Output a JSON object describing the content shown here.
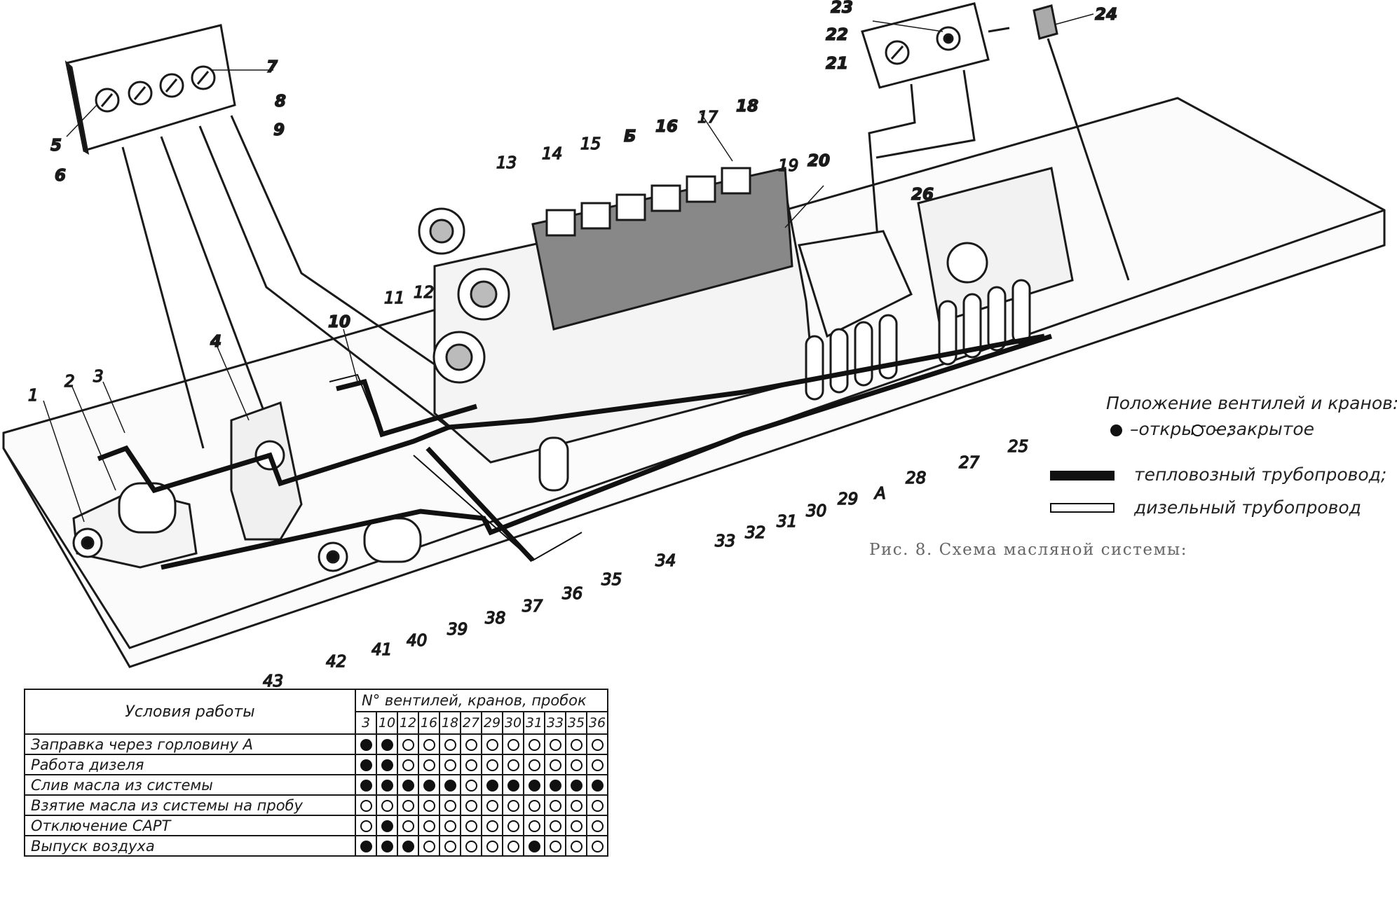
{
  "colors": {
    "ink": "#1a1a1a",
    "paper": "#ffffff",
    "caption": "#666666"
  },
  "caption": "Рис. 8. Схема масляной системы:",
  "legend": {
    "title": "Положение вентилей и кранов:",
    "open": "–открытое;",
    "closed": "– закрытое",
    "pipe_thick": "тепловозный трубопровод;",
    "pipe_thin": "дизельный трубопровод"
  },
  "callouts": [
    {
      "text": "1"
    },
    {
      "text": "2"
    },
    {
      "text": "3"
    },
    {
      "text": "4"
    },
    {
      "text": "5"
    },
    {
      "text": "6"
    },
    {
      "text": "7"
    },
    {
      "text": "8"
    },
    {
      "text": "9"
    },
    {
      "text": "10"
    },
    {
      "text": "11"
    },
    {
      "text": "12"
    },
    {
      "text": "13"
    },
    {
      "text": "14"
    },
    {
      "text": "15"
    },
    {
      "text": "Б"
    },
    {
      "text": "16"
    },
    {
      "text": "17"
    },
    {
      "text": "18"
    },
    {
      "text": "19"
    },
    {
      "text": "20"
    },
    {
      "text": "21"
    },
    {
      "text": "22"
    },
    {
      "text": "23"
    },
    {
      "text": "24"
    },
    {
      "text": "25"
    },
    {
      "text": "26"
    },
    {
      "text": "27"
    },
    {
      "text": "28"
    },
    {
      "text": "29"
    },
    {
      "text": "A"
    },
    {
      "text": "30"
    },
    {
      "text": "31"
    },
    {
      "text": "32"
    },
    {
      "text": "33"
    },
    {
      "text": "34"
    },
    {
      "text": "35"
    },
    {
      "text": "36"
    },
    {
      "text": "37"
    },
    {
      "text": "38"
    },
    {
      "text": "39"
    },
    {
      "text": "40"
    },
    {
      "text": "41"
    },
    {
      "text": "42"
    },
    {
      "text": "43"
    }
  ],
  "table": {
    "header_conditions": "Условия работы",
    "header_numbers": "N°     вентилей, кранов, пробок",
    "columns": [
      "3",
      "10",
      "12",
      "16",
      "18",
      "27",
      "29",
      "30",
      "31",
      "33",
      "35",
      "36"
    ],
    "rows": [
      {
        "label": "Заправка через горловину А",
        "states": [
          1,
          1,
          0,
          0,
          0,
          0,
          0,
          0,
          0,
          0,
          0,
          0
        ]
      },
      {
        "label": "Работа дизеля",
        "states": [
          1,
          1,
          0,
          0,
          0,
          0,
          0,
          0,
          0,
          0,
          0,
          0
        ]
      },
      {
        "label": "Слив масла из системы",
        "states": [
          1,
          1,
          1,
          1,
          1,
          0,
          1,
          1,
          1,
          1,
          1,
          1
        ]
      },
      {
        "label": "Взятие масла из системы на пробу",
        "states": [
          0,
          0,
          0,
          0,
          0,
          0,
          0,
          0,
          0,
          0,
          0,
          0
        ]
      },
      {
        "label": "Отключение САРТ",
        "states": [
          0,
          1,
          0,
          0,
          0,
          0,
          0,
          0,
          0,
          0,
          0,
          0
        ]
      },
      {
        "label": "Выпуск воздуха",
        "states": [
          1,
          1,
          1,
          0,
          0,
          0,
          0,
          0,
          1,
          0,
          0,
          0
        ]
      }
    ]
  }
}
